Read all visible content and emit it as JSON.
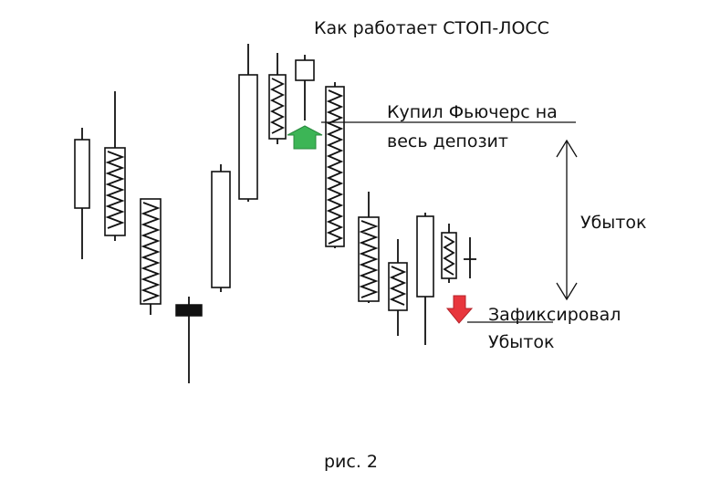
{
  "title": "Как работает СТОП-ЛОСС",
  "annotations": {
    "buy_line1": "Купил Фьючерс на",
    "buy_line2": "весь депозит",
    "loss": "Убыток",
    "fixed_line1": "Зафиксировал",
    "fixed_line2": "Убыток"
  },
  "caption": "рис. 2",
  "colors": {
    "ink": "#111111",
    "buy_arrow": "#3cb556",
    "sell_arrow": "#e8363d"
  },
  "candles": [
    {
      "kind": "bull"
    },
    {
      "kind": "bear"
    },
    {
      "kind": "bear"
    },
    {
      "kind": "doji"
    },
    {
      "kind": "bull"
    },
    {
      "kind": "bull"
    },
    {
      "kind": "bear"
    },
    {
      "kind": "bull"
    },
    {
      "kind": "bear"
    },
    {
      "kind": "bear"
    },
    {
      "kind": "bear"
    },
    {
      "kind": "bull"
    },
    {
      "kind": "bear"
    },
    {
      "kind": "cross"
    }
  ]
}
